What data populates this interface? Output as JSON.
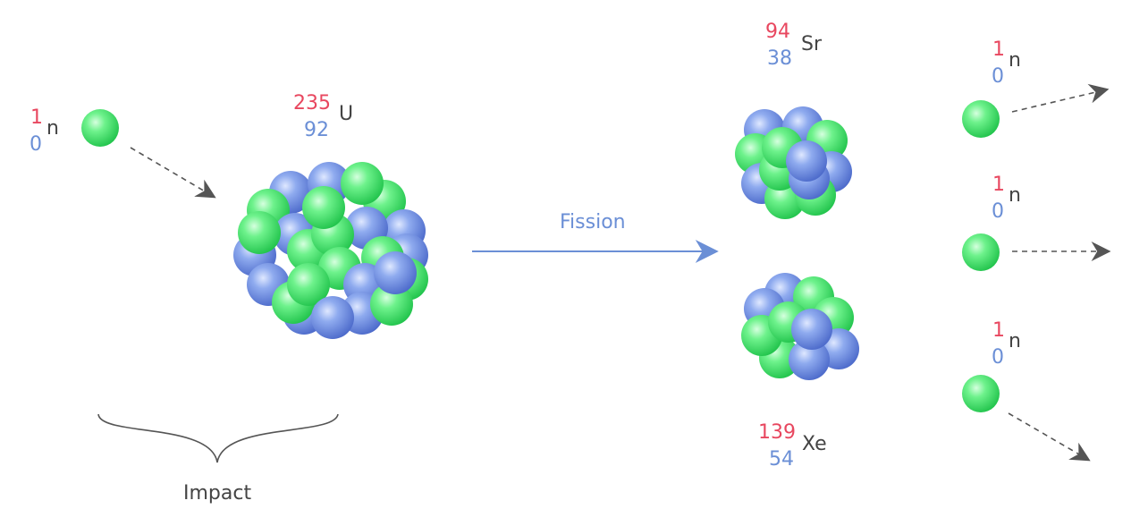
{
  "colors": {
    "mass_number": "#e8475f",
    "atomic_number": "#6b8fd6",
    "symbol": "#444444",
    "proton": "#7b9be6",
    "neutron": "#5ee87d",
    "arrow_fission": "#6b8fd6",
    "arrow_dashed": "#555555"
  },
  "incoming_neutron": {
    "mass": "1",
    "atomic": "0",
    "symbol": "n"
  },
  "uranium": {
    "mass": "235",
    "atomic": "92",
    "symbol": "U"
  },
  "strontium": {
    "mass": "94",
    "atomic": "38",
    "symbol": "Sr"
  },
  "xenon": {
    "mass": "139",
    "atomic": "54",
    "symbol": "Xe"
  },
  "released_neutrons": [
    {
      "mass": "1",
      "atomic": "0",
      "symbol": "n"
    },
    {
      "mass": "1",
      "atomic": "0",
      "symbol": "n"
    },
    {
      "mass": "1",
      "atomic": "0",
      "symbol": "n"
    }
  ],
  "fission_label": "Fission",
  "impact_label": "Impact"
}
